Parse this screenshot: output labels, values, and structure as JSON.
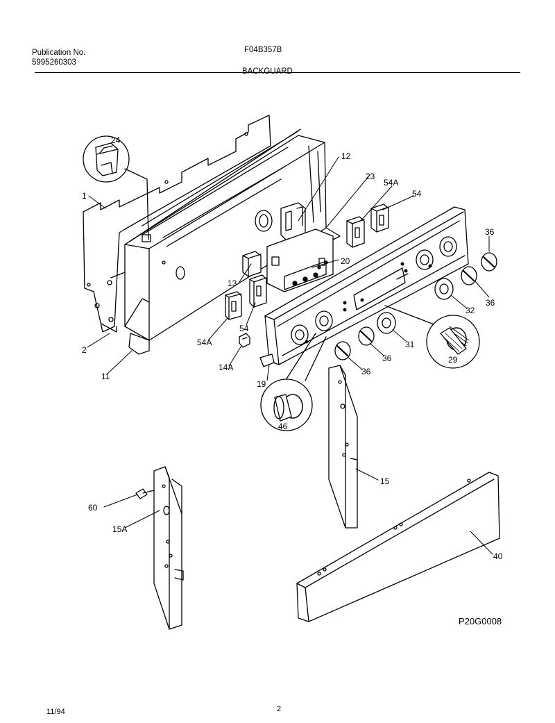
{
  "header": {
    "publication_label": "Publication No.",
    "publication_number": "5995260303",
    "model": "F04B357B",
    "section_title": "BACKGUARD"
  },
  "diagram_code": "P20G0008",
  "footer": {
    "date": "11/94",
    "page": "2"
  },
  "callouts": [
    {
      "id": "c24",
      "text": "24"
    },
    {
      "id": "c1",
      "text": "1"
    },
    {
      "id": "c12",
      "text": "12"
    },
    {
      "id": "c23",
      "text": "23"
    },
    {
      "id": "c54A_top",
      "text": "54A"
    },
    {
      "id": "c54_top",
      "text": "54"
    },
    {
      "id": "c36_a",
      "text": "36"
    },
    {
      "id": "c20",
      "text": "20"
    },
    {
      "id": "c13",
      "text": "13"
    },
    {
      "id": "c36_b",
      "text": "36"
    },
    {
      "id": "c32",
      "text": "32"
    },
    {
      "id": "c54",
      "text": "54"
    },
    {
      "id": "c54A",
      "text": "54A"
    },
    {
      "id": "c2",
      "text": "2"
    },
    {
      "id": "c11",
      "text": "11"
    },
    {
      "id": "c14A",
      "text": "14A"
    },
    {
      "id": "c31",
      "text": "31"
    },
    {
      "id": "c36_c",
      "text": "36"
    },
    {
      "id": "c36_d",
      "text": "36"
    },
    {
      "id": "c29",
      "text": "29"
    },
    {
      "id": "c19",
      "text": "19"
    },
    {
      "id": "c46",
      "text": "46"
    },
    {
      "id": "c15",
      "text": "15"
    },
    {
      "id": "c60",
      "text": "60"
    },
    {
      "id": "c15A",
      "text": "15A"
    },
    {
      "id": "c40",
      "text": "40"
    }
  ]
}
